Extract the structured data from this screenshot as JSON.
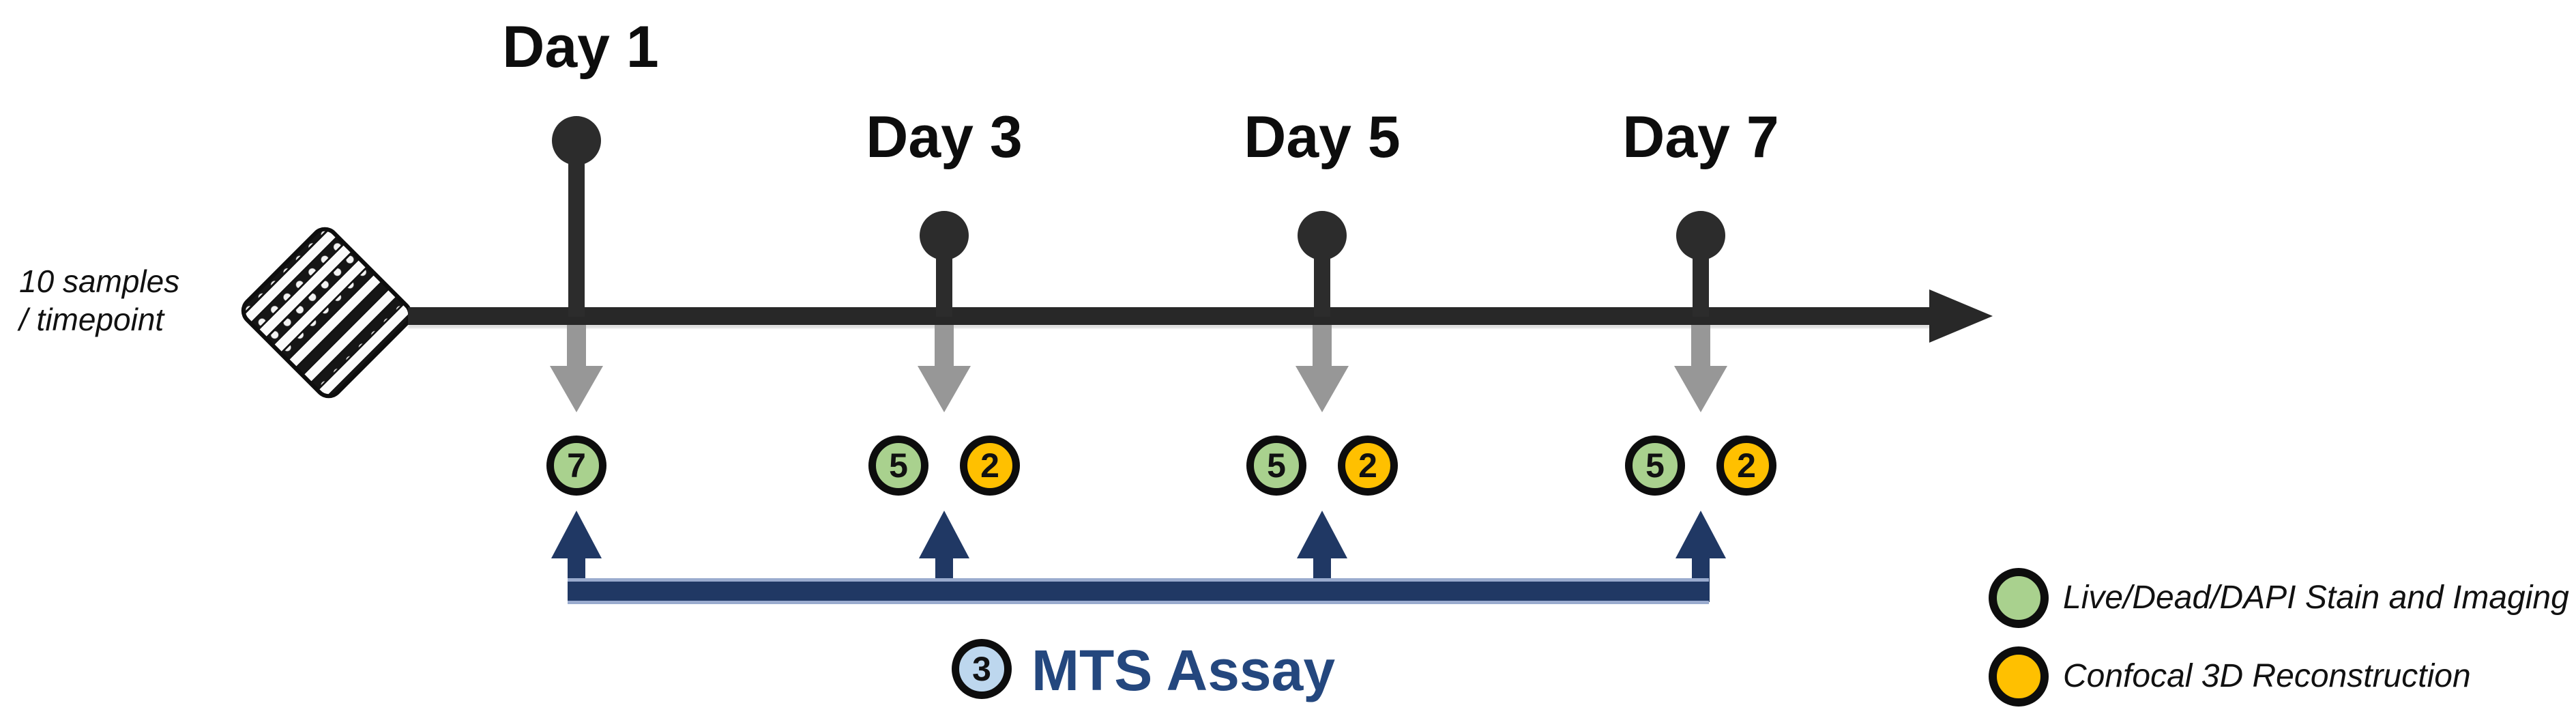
{
  "annotation": {
    "line1": "10 samples",
    "line2": "/ timepoint"
  },
  "scaffold_icon": "woven-scaffold-mesh",
  "colors": {
    "timeline_dark": "#282828",
    "drop_arrow_gray": "#979797",
    "stain_green": "#a9d18e",
    "confocal_orange": "#ffc000",
    "mts_light_blue": "#bdd7ee",
    "bracket_navy": "#203864",
    "mts_text_navy": "#24477e"
  },
  "timepoints": [
    {
      "label": "Day 1",
      "samples": [
        {
          "count": "7",
          "assay": "live-dead-dapi-stain"
        }
      ]
    },
    {
      "label": "Day 3",
      "samples": [
        {
          "count": "5",
          "assay": "live-dead-dapi-stain"
        },
        {
          "count": "2",
          "assay": "confocal-3d"
        }
      ]
    },
    {
      "label": "Day 5",
      "samples": [
        {
          "count": "5",
          "assay": "live-dead-dapi-stain"
        },
        {
          "count": "2",
          "assay": "confocal-3d"
        }
      ]
    },
    {
      "label": "Day 7",
      "samples": [
        {
          "count": "5",
          "assay": "live-dead-dapi-stain"
        },
        {
          "count": "2",
          "assay": "confocal-3d"
        }
      ]
    }
  ],
  "mts": {
    "count": "3",
    "label": "MTS Assay"
  },
  "legend": [
    {
      "label": "Live/Dead/DAPI Stain and Imaging",
      "color": "#a9d18e"
    },
    {
      "label": "Confocal 3D Reconstruction",
      "color": "#ffc000"
    }
  ]
}
